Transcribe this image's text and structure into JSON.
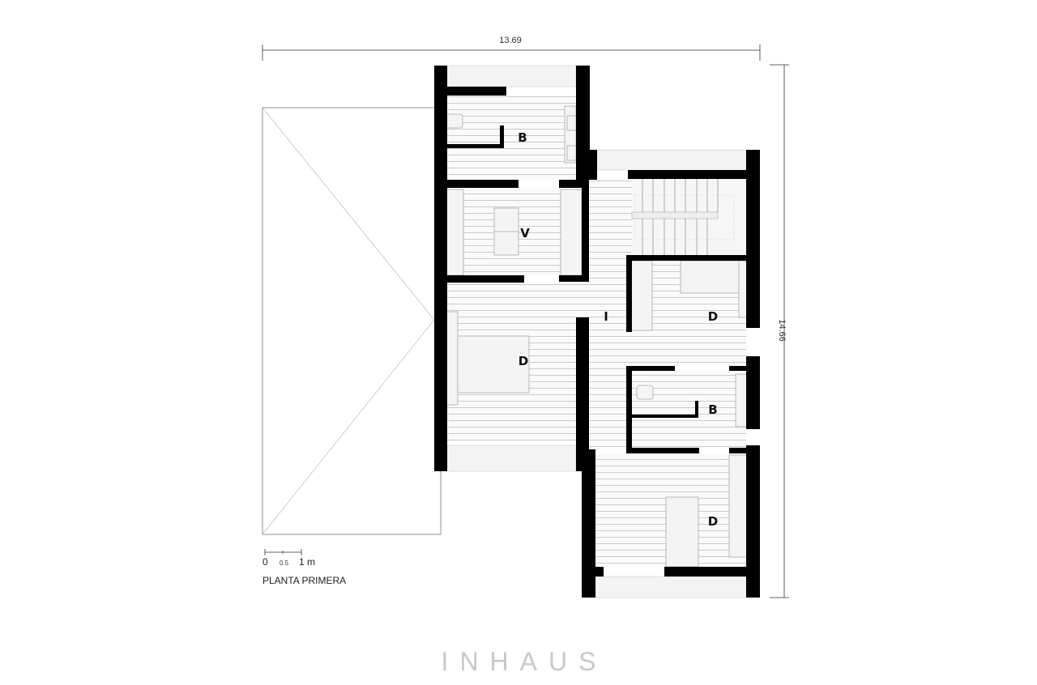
{
  "plan": {
    "title": "PLANTA PRIMERA",
    "width_dimension": "13.69",
    "height_dimension": "14.66",
    "scale": {
      "zero": "0",
      "half": "0.5",
      "one": "1 m"
    },
    "rooms": [
      {
        "code": "B"
      },
      {
        "code": "V"
      },
      {
        "code": "D"
      },
      {
        "code": "I"
      },
      {
        "code": "D"
      },
      {
        "code": "B"
      },
      {
        "code": "D"
      }
    ]
  },
  "brand": {
    "logo": "INHAUS"
  }
}
